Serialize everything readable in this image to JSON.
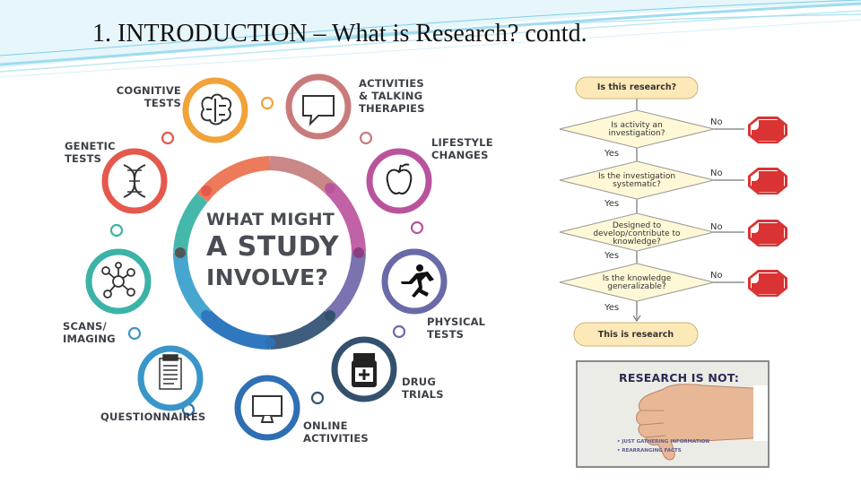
{
  "slide": {
    "title": "1. INTRODUCTION – What is Research? contd."
  },
  "infographic": {
    "center": {
      "line1": "WHAT MIGHT",
      "line2": "A STUDY",
      "line3": "INVOLVE?"
    },
    "items": [
      {
        "line1": "COGNITIVE",
        "line2": "TESTS",
        "icon": "brain-icon",
        "color": "#f0a33a"
      },
      {
        "line1": "ACTIVITIES",
        "line2": "& TALKING",
        "line3": "THERAPIES",
        "icon": "speech-bubble-icon",
        "color": "#c97b7b"
      },
      {
        "line1": "LIFESTYLE",
        "line2": "CHANGES",
        "icon": "apple-icon",
        "color": "#b9549c"
      },
      {
        "line1": "PHYSICAL",
        "line2": "TESTS",
        "icon": "runner-icon",
        "color": "#6b6aa8"
      },
      {
        "line1": "DRUG",
        "line2": "TRIALS",
        "icon": "pill-bottle-icon",
        "color": "#33516d"
      },
      {
        "line1": "ONLINE",
        "line2": "ACTIVITIES",
        "icon": "computer-icon",
        "color": "#2f6fb3"
      },
      {
        "line1": "QUESTIONNAIRES",
        "icon": "clipboard-icon",
        "color": "#3a96c8"
      },
      {
        "line1": "SCANS/",
        "line2": "IMAGING",
        "icon": "molecule-icon",
        "color": "#3bb3a7"
      },
      {
        "line1": "GENETIC",
        "line2": "TESTS",
        "icon": "dna-icon",
        "color": "#e5584c"
      }
    ]
  },
  "flowchart": {
    "start": "Is this research?",
    "questions": [
      {
        "line1": "Is activity an",
        "line2": "investigation?"
      },
      {
        "line1": "Is the investigation",
        "line2": "systematic?"
      },
      {
        "line1": "Designed to",
        "line2": "develop/contribute to",
        "line3": "knowledge?"
      },
      {
        "line1": "Is the knowledge",
        "line2": "generalizable?"
      }
    ],
    "yes_label": "Yes",
    "no_label": "No",
    "end": "This is research"
  },
  "research_is_not": {
    "title": "RESEARCH IS NOT:",
    "items": [
      "• JUST GATHERING INFORMATION",
      "• REARRANGING FACTS"
    ]
  }
}
